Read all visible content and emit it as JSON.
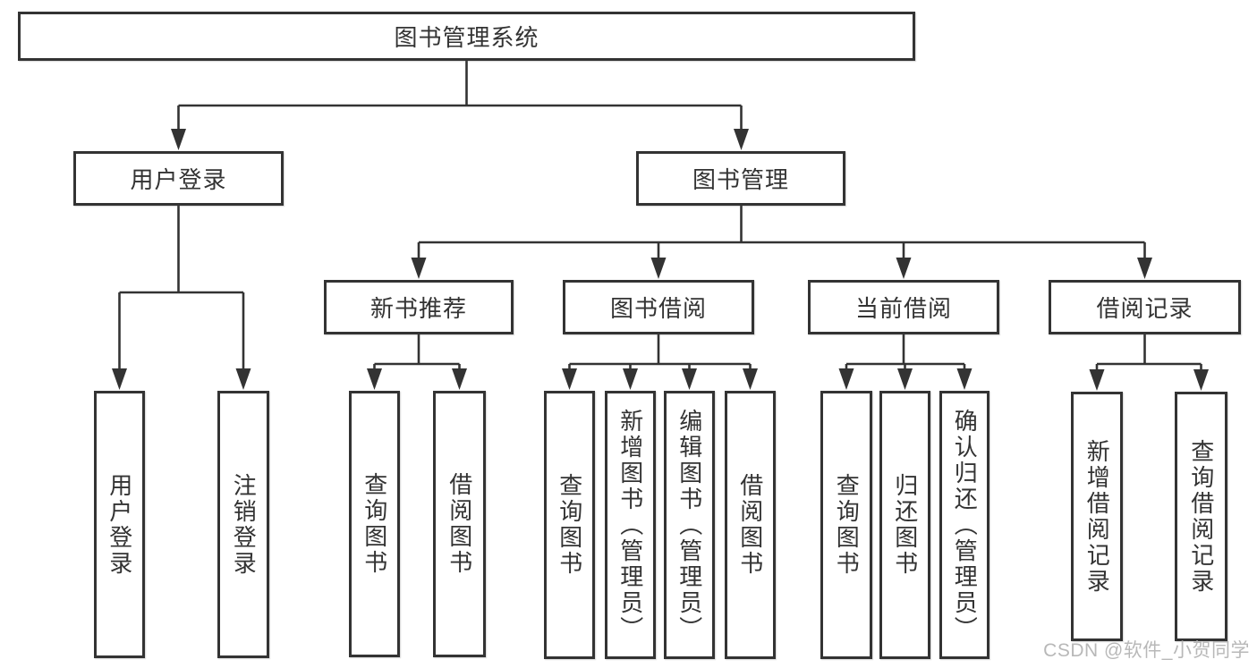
{
  "tree": {
    "root": {
      "label": "图书管理系统",
      "children": [
        {
          "label": "用户登录",
          "children": [
            {
              "label": "用户登录"
            },
            {
              "label": "注销登录"
            }
          ]
        },
        {
          "label": "图书管理",
          "children": [
            {
              "label": "新书推荐",
              "children": [
                {
                  "label": "查询图书"
                },
                {
                  "label": "借阅图书"
                }
              ]
            },
            {
              "label": "图书借阅",
              "children": [
                {
                  "label": "查询图书"
                },
                {
                  "label": "新增图书（管理员）"
                },
                {
                  "label": "编辑图书（管理员）"
                },
                {
                  "label": "借阅图书"
                }
              ]
            },
            {
              "label": "当前借阅",
              "children": [
                {
                  "label": "查询图书"
                },
                {
                  "label": "归还图书"
                },
                {
                  "label": "确认归还（管理员）"
                }
              ]
            },
            {
              "label": "借阅记录",
              "children": [
                {
                  "label": "新增借阅记录"
                },
                {
                  "label": "查询借阅记录"
                }
              ]
            }
          ]
        }
      ]
    }
  },
  "watermark": {
    "text": "CSDN @软件_小贺同学"
  },
  "colors": {
    "line": "#333333",
    "box_border": "#333333",
    "text": "#333333",
    "background": "#ffffff",
    "watermark": "#b8b8b8"
  }
}
